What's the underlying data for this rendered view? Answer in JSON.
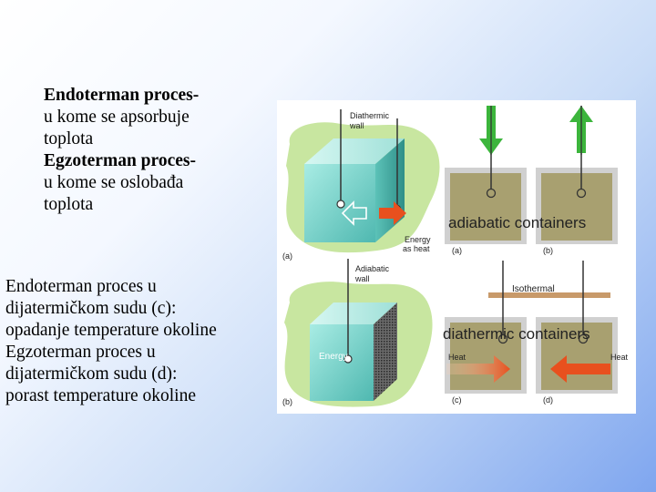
{
  "text_block_1": {
    "line1": "Endoterman proces-",
    "line2": "u kome se apsorbuje",
    "line3": "toplota",
    "line4": "Egzoterman proces-",
    "line5": "u kome se oslobađa",
    "line6": "toplota"
  },
  "text_block_2": {
    "line1": "Endoterman proces u",
    "line2": "dijatermičkom sudu (c):",
    "line3": "opadanje temperature okoline",
    "line4": "Egzoterman proces u",
    "line5": "dijatermičkom sudu (d):",
    "line6": "porast temperature okoline"
  },
  "figure": {
    "top_left": {
      "wall_label_1": "Diathermic",
      "wall_label_2": "wall",
      "energy_label_1": "Energy",
      "energy_label_2": "as heat",
      "panel_label": "(a)"
    },
    "bottom_left": {
      "wall_label_1": "Adiabatic",
      "wall_label_2": "wall",
      "energy_label": "Energy",
      "panel_label": "(b)"
    },
    "adiabatic": {
      "title": "adiabatic containers",
      "label_a": "(a)",
      "label_b": "(b)"
    },
    "diathermic": {
      "isothermal_label": "Isothermal",
      "title": "diathermic containers",
      "heat_left": "Heat",
      "heat_right": "Heat",
      "label_c": "(c)",
      "label_d": "(d)"
    },
    "colors": {
      "blob_green": "#c8e6a0",
      "cube_teal": "#7fd4cc",
      "container_olive": "#a8a070",
      "arrow_green": "#3cb53c",
      "heat_arrow": "#e8501e",
      "isothermal_bar": "#c89a6a"
    }
  }
}
